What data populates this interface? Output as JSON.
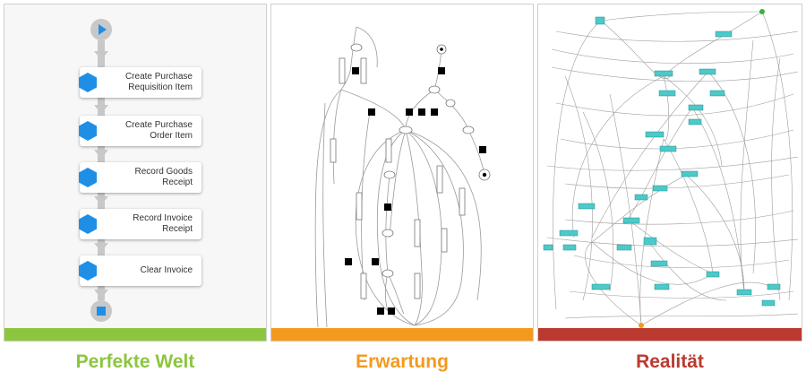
{
  "panels": [
    {
      "caption": "Perfekte Welt",
      "color": "#8cc63e",
      "steps": [
        "Create Purchase\nRequisition Item",
        "Create Purchase\nOrder Item",
        "Record Goods\nReceipt",
        "Record Invoice\nReceipt",
        "Clear Invoice"
      ]
    },
    {
      "caption": "Erwartung",
      "color": "#f39a1e"
    },
    {
      "caption": "Realität",
      "color": "#bb3a2f"
    }
  ],
  "colors": {
    "accent": "#1f8fe6",
    "node": "#44c8c8",
    "start": "#3cb043"
  }
}
